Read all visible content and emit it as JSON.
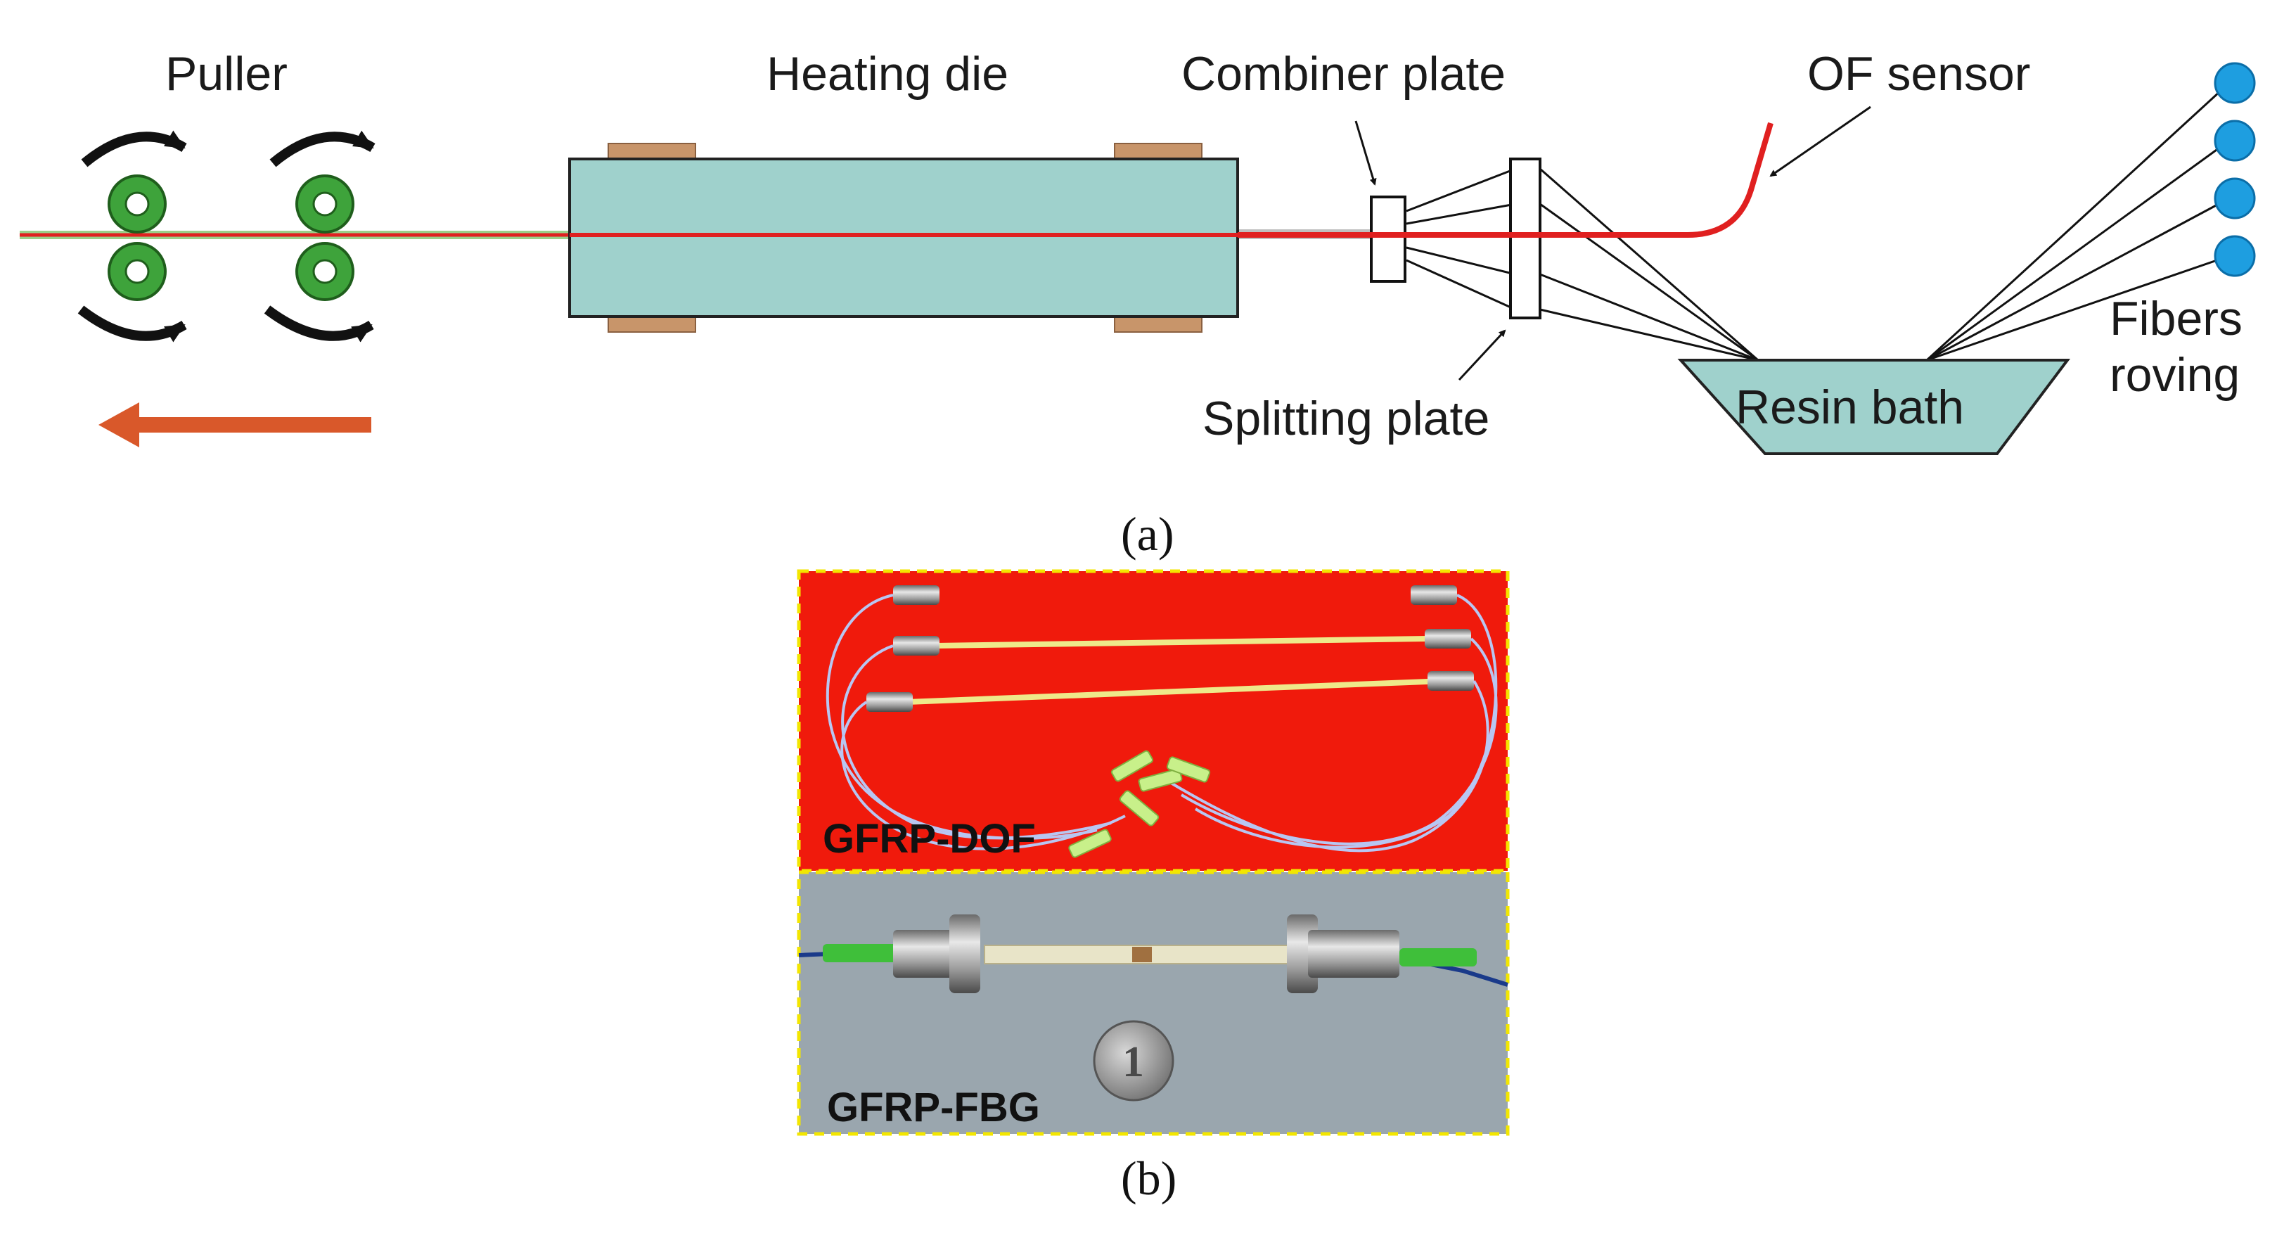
{
  "diagram": {
    "labels": {
      "puller": "Puller",
      "heating_die": "Heating die",
      "combiner_plate": "Combiner plate",
      "of_sensor": "OF sensor",
      "splitting_plate": "Splitting plate",
      "resin_bath": "Resin bath",
      "fibers_line1": "Fibers",
      "fibers_line2": "roving"
    },
    "captions": {
      "a": "(a)",
      "b": "(b)"
    },
    "photo_labels": {
      "top": "GFRP-DOF",
      "bottom": "GFRP-FBG"
    },
    "colors": {
      "roller": "#3ea33b",
      "sensor_line": "#e02020",
      "die_fill": "#9fd1cc",
      "die_pads": "#c8956a",
      "bath_fill": "#9fd1cc",
      "spools": "#1e9ee0",
      "pull_arrow": "#d9582a",
      "photo_top_bg": "#f01a0c",
      "photo_bottom_bg": "#9aa6ae",
      "photo_border": "#f3e600"
    },
    "icons": {
      "rotation_arrows": "curved-arrow-icon",
      "direction": "left-arrow-icon"
    }
  }
}
